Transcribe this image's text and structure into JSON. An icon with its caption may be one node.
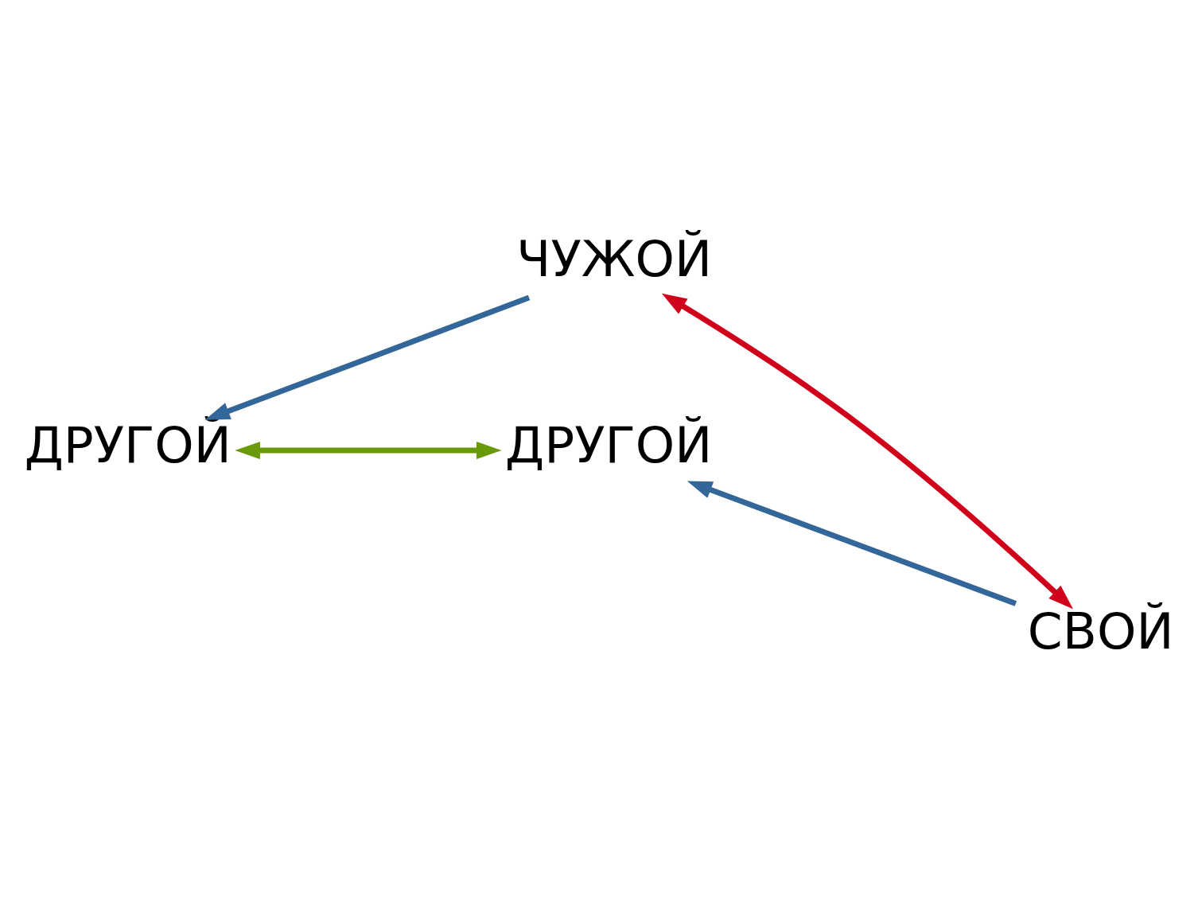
{
  "diagram": {
    "nodes": [
      {
        "text": [
          "ЧУЖОЙ"
        ]
      },
      {
        "text": [
          "ДРУГОЙ"
        ]
      },
      {
        "text": [
          "ДРУГОЙ"
        ]
      },
      {
        "text": [
          "СВОЙ"
        ]
      }
    ],
    "edges": [
      {
        "from": 0,
        "to": 3,
        "arrow": "both",
        "color": "#d0021b"
      },
      {
        "from": 1,
        "to": 2,
        "arrow": "both",
        "color": "#6a9a0a"
      },
      {
        "from": 0,
        "to": 1,
        "arrow": "to",
        "color": "#336699"
      },
      {
        "from": 3,
        "to": 2,
        "arrow": "to",
        "color": "#336699"
      }
    ]
  }
}
